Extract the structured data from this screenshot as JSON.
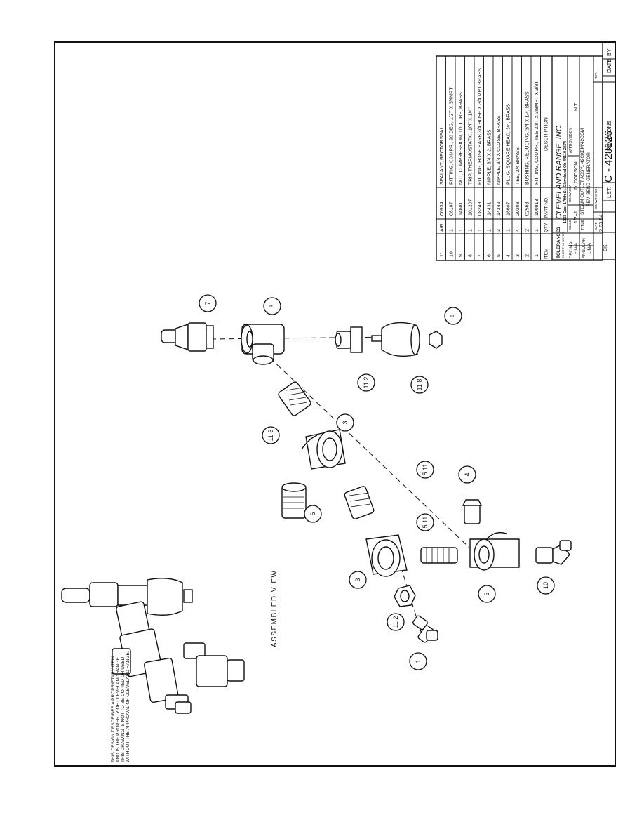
{
  "revisions": {
    "let": "LET.",
    "title": "REVISIONS",
    "date": "DATE",
    "by": "BY"
  },
  "parts_table": {
    "headers": {
      "item": "ITEM",
      "qty": "QTY",
      "part_no": "PART NO.",
      "description": "DESCRIPTION"
    },
    "rows": [
      {
        "item": "11",
        "qty": "A/R",
        "part": "00934",
        "desc": "SEALANT, RECTORSEAL"
      },
      {
        "item": "10",
        "qty": "1",
        "part": "08187",
        "desc": "FITTING, COMPR., 90 DEG, 1/2T X 3/4MPT"
      },
      {
        "item": "9",
        "qty": "1",
        "part": "14681",
        "desc": "NUT, COMPRESSION, 1/1 TUBE, BRASS"
      },
      {
        "item": "8",
        "qty": "1",
        "part": "101207",
        "desc": "TRIP, THERMOSTATIC, 1/4\" X 1/4\""
      },
      {
        "item": "7",
        "qty": "1",
        "part": "08249",
        "desc": "FITTING, HOSE BARB 3/4 HOSE X 3/4 MPT BRASS"
      },
      {
        "item": "6",
        "qty": "1",
        "part": "14431",
        "desc": "NIPPLE, 3/4 X 2, BRASS"
      },
      {
        "item": "5",
        "qty": "3",
        "part": "14342",
        "desc": "NIPPLE, 3/4 X CLOSE, BRASS"
      },
      {
        "item": "4",
        "qty": "1",
        "part": "18607",
        "desc": "PLUG, SQUARE HEAD, 3/4, BRASS"
      },
      {
        "item": "3",
        "qty": "4",
        "part": "20208",
        "desc": "TEE, 3/4 BRASS"
      },
      {
        "item": "2",
        "qty": "2",
        "part": "02563",
        "desc": "BUSHING, REDUCING, 3/4 X 1/4, BRASS"
      },
      {
        "item": "1",
        "qty": "1",
        "part": "100813",
        "desc": "FITTING, COMPR., TEE 3/8T X 3/8MPT X 3/8T"
      }
    ]
  },
  "title_block": {
    "tolerances": "TOLERANCES",
    "tolerances_note": "EXCEPT AS NOTED",
    "decimal": "DECIMAL",
    "decimal_val": "± N/A",
    "angular": "ANGULAR",
    "angular_val": "± N/A",
    "company": "CLEVELAND RANGE, INC.",
    "address": "1333 East 179th St. Cleveland Oh 44110-2574",
    "scale_label": "SCALE",
    "scale": "1/2=1",
    "drawn_label": "DRAWN BY",
    "drawn": "D. DODSON",
    "approved_label": "APPROVED BY",
    "approved": "N.T",
    "title_label": "TITLE",
    "title1": "STEAM OUTLET ASSY., 42CKEM/42CGM",
    "title2": "REV. BEND GENERATOR",
    "ck": "CK",
    "date_label": "DATE",
    "date": "2-03-94",
    "drawing_label": "DRAWING NO.",
    "drawing_no": "C - 428126",
    "rev_label": "REV.",
    "rev": "-"
  },
  "assembled_view": "ASSEMBLED VIEW",
  "proprietary": [
    "THIS DESIGN DESCRIBES A PROPRIETARY ITEM",
    "AND IS THE PROPERTY OF CLEVELAND RANGE.",
    "THIS DRAWING IS NOT TO BE COPIED OR USED",
    "WITHOUT THE APPROVAL OF CLEVELAND RANGE."
  ],
  "balloons": [
    {
      "label": "7"
    },
    {
      "label": "3"
    },
    {
      "label": "9"
    },
    {
      "label": "11 2"
    },
    {
      "label": "11 8"
    },
    {
      "label": "11 5"
    },
    {
      "label": "3"
    },
    {
      "label": "5 11"
    },
    {
      "label": "6"
    },
    {
      "label": "4"
    },
    {
      "label": "5 11"
    },
    {
      "label": "3"
    },
    {
      "label": "3"
    },
    {
      "label": "10"
    },
    {
      "label": "11 2"
    },
    {
      "label": "1"
    }
  ]
}
